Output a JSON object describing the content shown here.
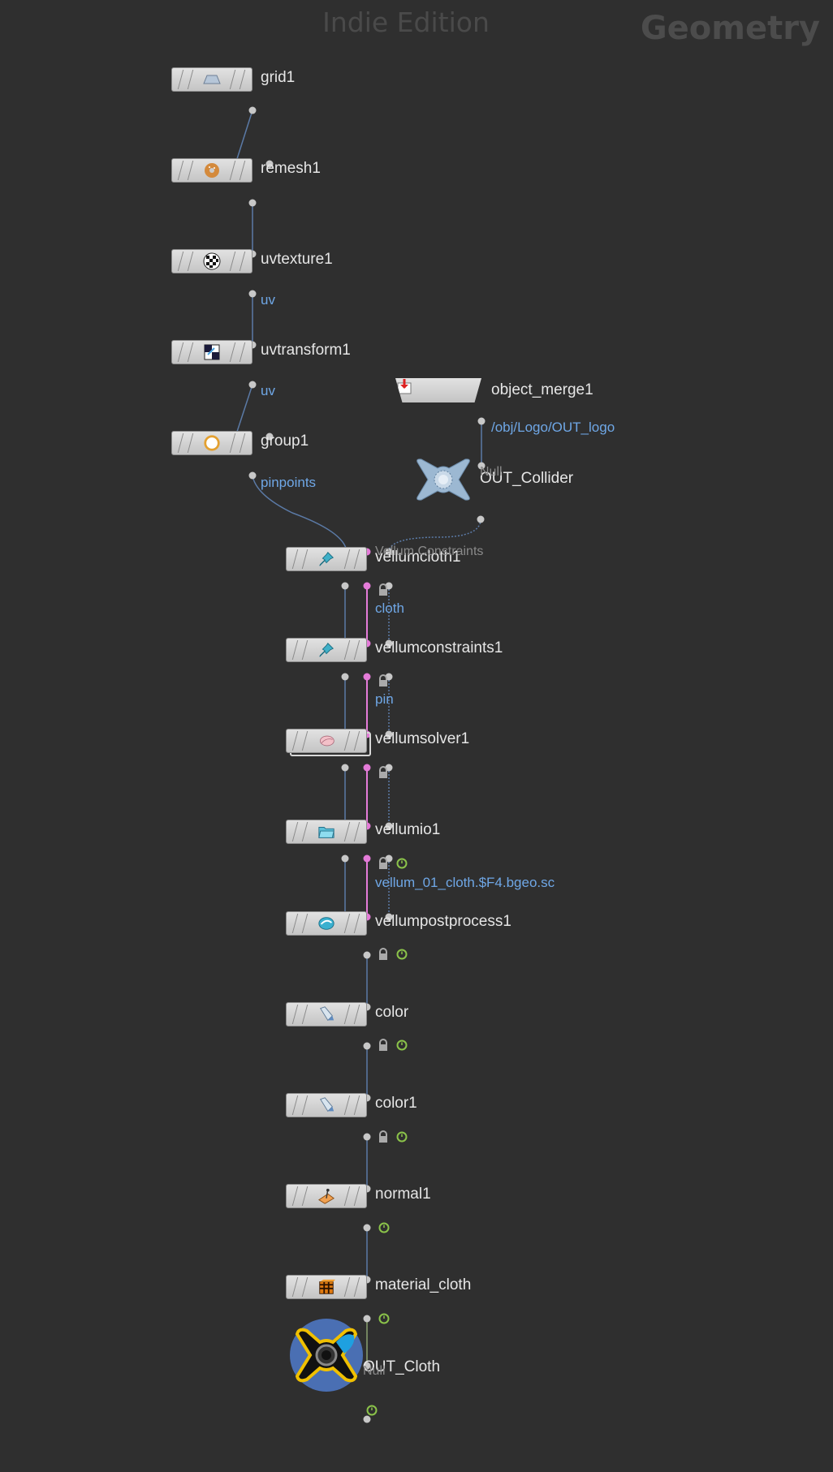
{
  "header": {
    "edition": "Indie Edition",
    "context": "Geometry"
  },
  "nodes": [
    {
      "id": "grid1",
      "label": "grid1",
      "icon": "grid-plane-icon"
    },
    {
      "id": "remesh1",
      "label": "remesh1",
      "icon": "donut-icon"
    },
    {
      "id": "uvtexture1",
      "label": "uvtexture1",
      "sub": "uv",
      "icon": "checker-ball-icon"
    },
    {
      "id": "uvtransform1",
      "label": "uvtransform1",
      "sub": "uv",
      "icon": "uv-transform-icon"
    },
    {
      "id": "group1",
      "label": "group1",
      "sub": "pinpoints",
      "icon": "group-ring-icon"
    },
    {
      "id": "object_merge1",
      "label": "object_merge1",
      "sub": "/obj/Logo/OUT_logo",
      "icon": "object-merge-icon"
    },
    {
      "id": "OUT_Collider",
      "label": "OUT_Collider",
      "type": "Null",
      "icon": "null-x-icon"
    },
    {
      "id": "vellumcloth1",
      "label": "vellumcloth1",
      "type": "Vellum Constraints",
      "sub": "cloth",
      "icon": "pin-icon",
      "locked": true
    },
    {
      "id": "vellumconstraints1",
      "label": "vellumconstraints1",
      "sub": "pin",
      "icon": "pin-icon",
      "locked": true
    },
    {
      "id": "vellumsolver1",
      "label": "vellumsolver1",
      "icon": "cloth-solver-icon",
      "locked": true
    },
    {
      "id": "vellumio1",
      "label": "vellumio1",
      "sub": "vellum_01_cloth.$F4.bgeo.sc",
      "icon": "folder-icon",
      "locked": true,
      "cached": true
    },
    {
      "id": "vellumpostprocess1",
      "label": "vellumpostprocess1",
      "icon": "postprocess-icon",
      "locked": true,
      "cached": true
    },
    {
      "id": "color",
      "label": "color",
      "icon": "paint-tube-icon",
      "locked": true,
      "cached": true
    },
    {
      "id": "color1",
      "label": "color1",
      "icon": "paint-tube-icon",
      "locked": true,
      "cached": true
    },
    {
      "id": "normal1",
      "label": "normal1",
      "icon": "normal-icon",
      "cached": true
    },
    {
      "id": "material_cloth",
      "label": "material_cloth",
      "icon": "material-icon",
      "cached": true
    },
    {
      "id": "OUT_Cloth",
      "label": "OUT_Cloth",
      "type": "Null",
      "icon": "output-null-icon",
      "cached": true
    }
  ],
  "colors": {
    "background": "#2f2f2f",
    "wire": "#5b7aa6",
    "wire_pink": "#e47bd8",
    "subtext": "#6fa7e6",
    "flag_green": "#8bc34a",
    "display_ring": "#4a6fb3"
  }
}
